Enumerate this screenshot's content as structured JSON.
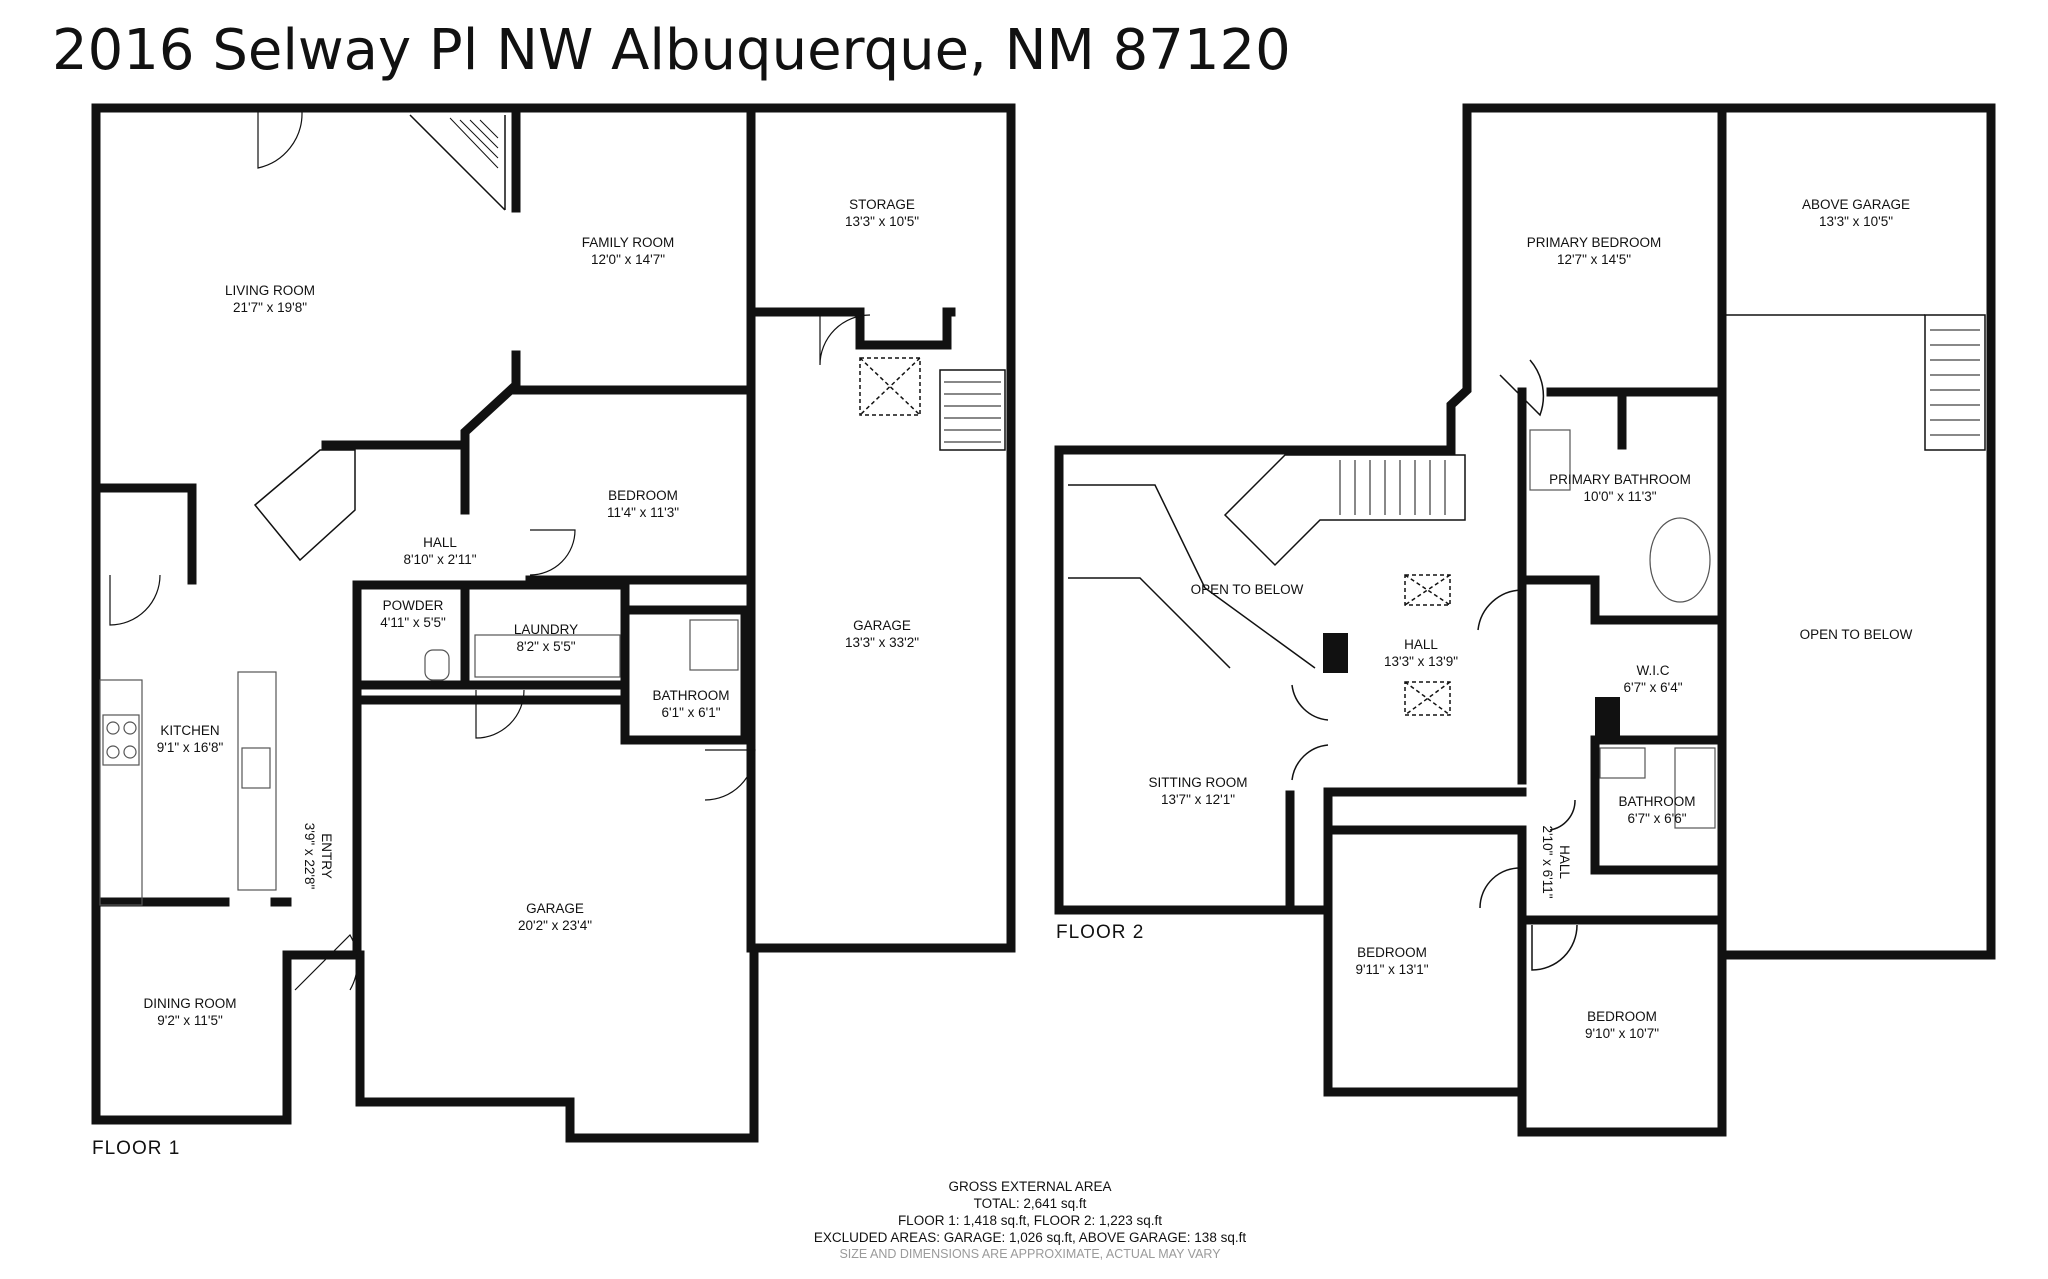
{
  "title": "2016 Selway Pl NW Albuquerque, NM 87120",
  "floor1_label": "FLOOR 1",
  "floor2_label": "FLOOR 2",
  "floor1_rooms": {
    "living": {
      "name": "LIVING ROOM",
      "dims": "21'7\" x 19'8\""
    },
    "family": {
      "name": "FAMILY ROOM",
      "dims": "12'0\" x 14'7\""
    },
    "storage": {
      "name": "STORAGE",
      "dims": "13'3\" x 10'5\""
    },
    "bedroom": {
      "name": "BEDROOM",
      "dims": "11'4\" x 11'3\""
    },
    "hall": {
      "name": "HALL",
      "dims": "8'10\" x 2'11\""
    },
    "powder": {
      "name": "POWDER",
      "dims": "4'11\" x 5'5\""
    },
    "laundry": {
      "name": "LAUNDRY",
      "dims": "8'2\" x 5'5\""
    },
    "bathroom": {
      "name": "BATHROOM",
      "dims": "6'1\" x 6'1\""
    },
    "garage_big": {
      "name": "GARAGE",
      "dims": "13'3\" x 33'2\""
    },
    "kitchen": {
      "name": "KITCHEN",
      "dims": "9'1\" x 16'8\""
    },
    "entry": {
      "name": "ENTRY",
      "dims": "3'9\" x 22'8\""
    },
    "garage": {
      "name": "GARAGE",
      "dims": "20'2\" x 23'4\""
    },
    "dining": {
      "name": "DINING ROOM",
      "dims": "9'2\" x 11'5\""
    }
  },
  "floor2_rooms": {
    "primary_bed": {
      "name": "PRIMARY BEDROOM",
      "dims": "12'7\" x 14'5\""
    },
    "above_garage": {
      "name": "ABOVE GARAGE",
      "dims": "13'3\" x 10'5\""
    },
    "primary_bath": {
      "name": "PRIMARY BATHROOM",
      "dims": "10'0\" x 11'3\""
    },
    "open_below_left": {
      "name": "OPEN TO BELOW"
    },
    "open_below_right": {
      "name": "OPEN TO BELOW"
    },
    "hall": {
      "name": "HALL",
      "dims": "13'3\" x 13'9\""
    },
    "wic": {
      "name": "W.I.C",
      "dims": "6'7\" x 6'4\""
    },
    "sitting": {
      "name": "SITTING ROOM",
      "dims": "13'7\" x 12'1\""
    },
    "bathroom": {
      "name": "BATHROOM",
      "dims": "6'7\" x 6'6\""
    },
    "hall2": {
      "name": "HALL",
      "dims": "2'10\" x 6'11\""
    },
    "bedroom1": {
      "name": "BEDROOM",
      "dims": "9'11\" x 13'1\""
    },
    "bedroom2": {
      "name": "BEDROOM",
      "dims": "9'10\" x 10'7\""
    }
  },
  "footer": {
    "line1": "GROSS EXTERNAL AREA",
    "line2": "TOTAL: 2,641 sq.ft",
    "line3": "FLOOR 1: 1,418 sq.ft, FLOOR 2: 1,223 sq.ft",
    "line4": "EXCLUDED AREAS: GARAGE: 1,026 sq.ft, ABOVE GARAGE: 138 sq.ft",
    "disclaimer": "SIZE AND DIMENSIONS ARE APPROXIMATE, ACTUAL MAY VARY"
  },
  "colors": {
    "wall": "#111111",
    "fixture": "#555555"
  }
}
